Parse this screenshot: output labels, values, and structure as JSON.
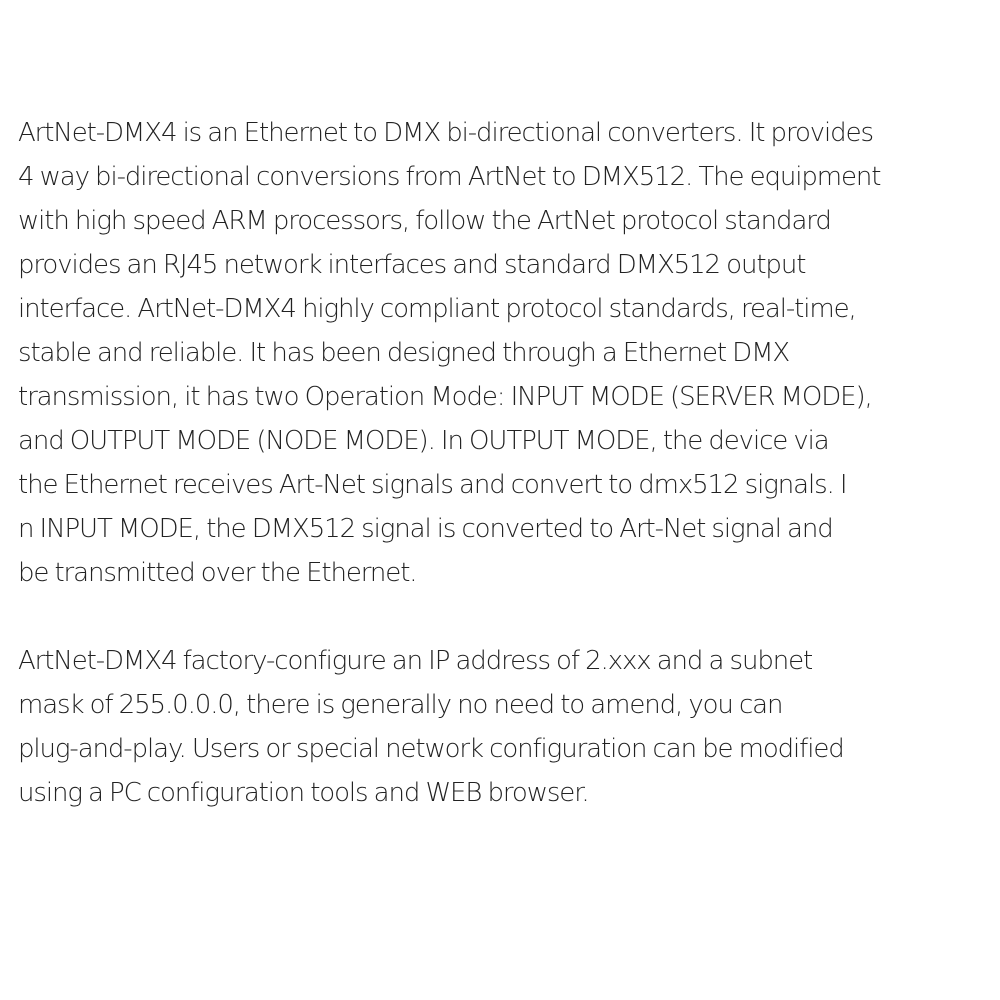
{
  "document": {
    "paragraphs": [
      {
        "lines": [
          "ArtNet-DMX4 is an Ethernet to DMX bi-directional converters. It provides",
          "4 way bi-directional conversions from ArtNet to DMX512. The equipment",
          "with high speed ARM processors, follow the ArtNet protocol standard",
          "provides an RJ45 network interfaces and standard DMX512 output",
          "interface. ArtNet-DMX4 highly compliant protocol standards, real-time,",
          "stable and reliable. It has been designed through a Ethernet DMX",
          "transmission, it has two Operation Mode: INPUT MODE (SERVER MODE),",
          "and OUTPUT MODE (NODE MODE). In OUTPUT MODE, the device via",
          "the Ethernet receives Art-Net signals and convert to dmx512 signals. I",
          "n INPUT MODE, the DMX512 signal is converted to Art-Net signal and",
          "be transmitted over the Ethernet."
        ]
      },
      {
        "lines": [
          "ArtNet-DMX4 factory-configure an IP address of 2.xxx and a subnet",
          "mask of 255.0.0.0, there is generally no need to amend, you can",
          "plug-and-play. Users or special network configuration can be modified",
          "using a PC configuration tools and WEB browser."
        ]
      }
    ]
  }
}
